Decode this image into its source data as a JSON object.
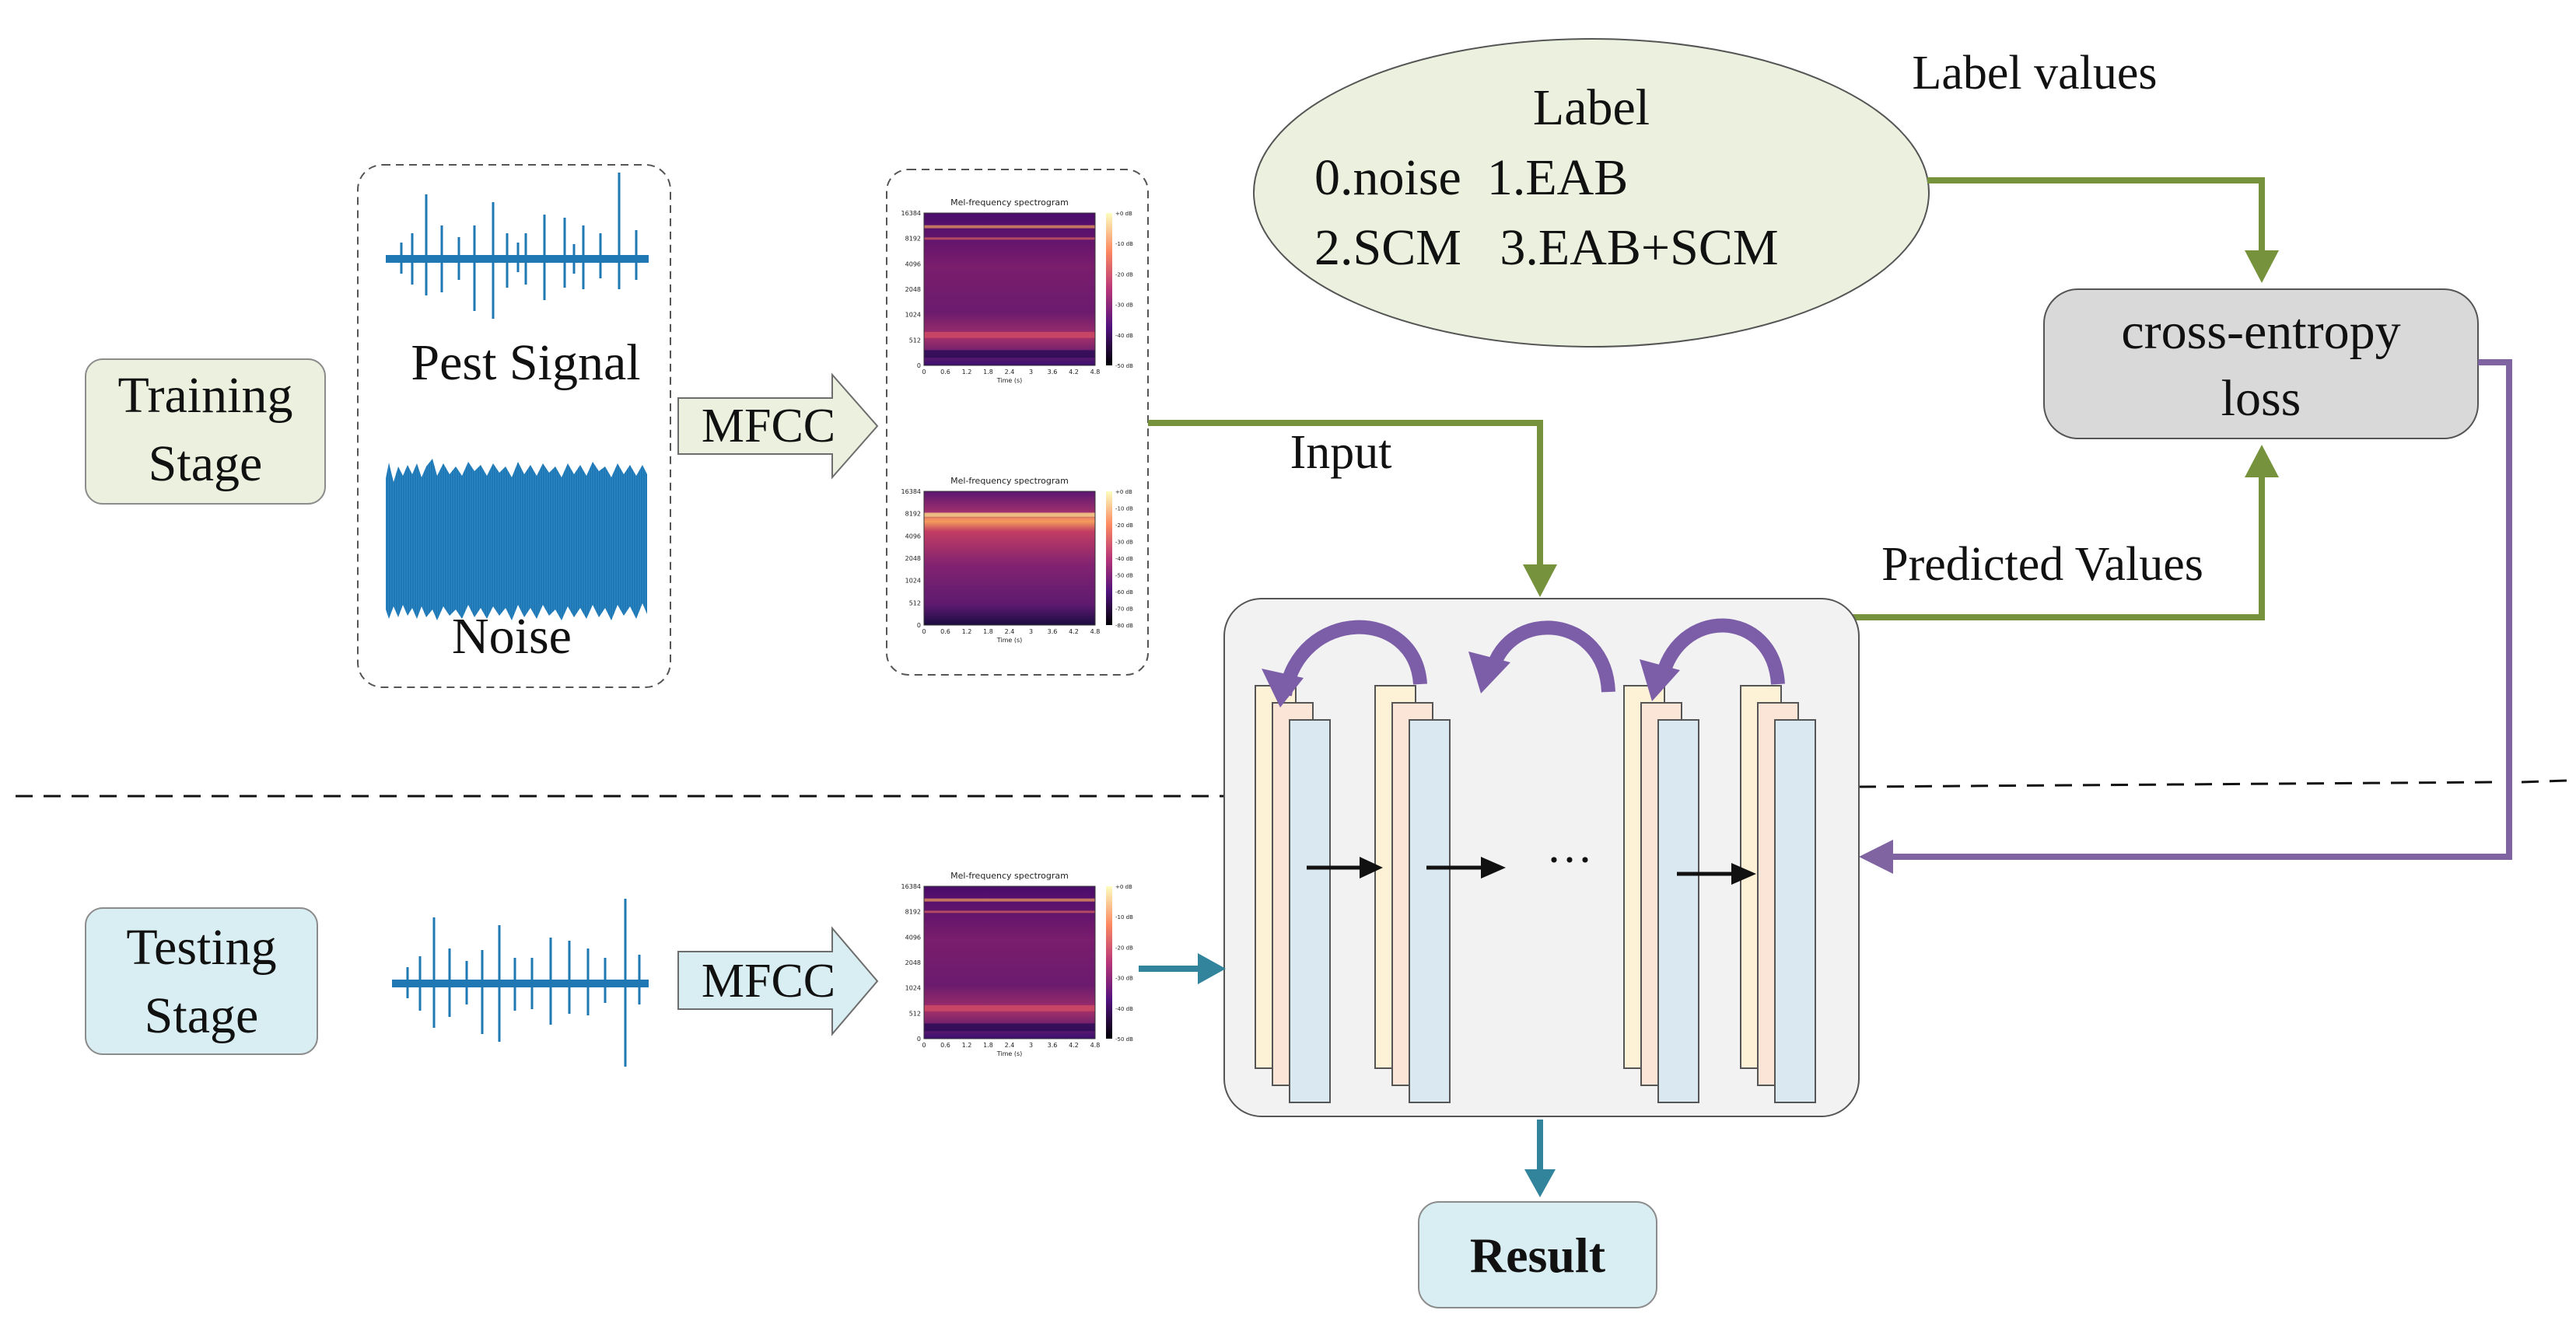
{
  "training_stage": {
    "label_line1": "Training",
    "label_line2": "Stage"
  },
  "testing_stage": {
    "label_line1": "Testing",
    "label_line2": "Stage"
  },
  "signals": {
    "pest_signal": "Pest Signal",
    "noise": "Noise"
  },
  "mfcc": {
    "train_label": "MFCC",
    "test_label": "MFCC"
  },
  "spectrograms": {
    "train_top": {
      "title": "Mel-frequency spectrogram",
      "yticks": [
        "16384",
        "8192",
        "4096",
        "2048",
        "1024",
        "512",
        "0"
      ],
      "xticks": [
        "0",
        "0.6",
        "1.2",
        "1.8",
        "2.4",
        "3",
        "3.6",
        "4.2",
        "4.8"
      ],
      "xlabel": "Time (s)",
      "cbar": [
        "+0 dB",
        "-10 dB",
        "-20 dB",
        "-30 dB",
        "-40 dB",
        "-50 dB"
      ]
    },
    "train_bottom": {
      "title": "Mel-frequency spectrogram",
      "yticks": [
        "16384",
        "8192",
        "4096",
        "2048",
        "1024",
        "512",
        "0"
      ],
      "xticks": [
        "0",
        "0.6",
        "1.2",
        "1.8",
        "2.4",
        "3",
        "3.6",
        "4.2",
        "4.8"
      ],
      "xlabel": "Time (s)",
      "cbar": [
        "+0 dB",
        "-10 dB",
        "-20 dB",
        "-30 dB",
        "-40 dB",
        "-50 dB",
        "-60 dB",
        "-70 dB",
        "-80 dB"
      ]
    },
    "test": {
      "title": "Mel-frequency spectrogram",
      "yticks": [
        "16384",
        "8192",
        "4096",
        "2048",
        "1024",
        "512",
        "0"
      ],
      "xticks": [
        "0",
        "0.6",
        "1.2",
        "1.8",
        "2.4",
        "3",
        "3.6",
        "4.2",
        "4.8"
      ],
      "xlabel": "Time (s)",
      "cbar": [
        "+0 dB",
        "-10 dB",
        "-20 dB",
        "-30 dB",
        "-40 dB",
        "-50 dB"
      ]
    }
  },
  "labels": {
    "title": "Label",
    "line1": "0.noise  1.EAB",
    "line2": "2.SCM   3.EAB+SCM",
    "caption": "Label values"
  },
  "loss": {
    "line1": "cross-entropy",
    "line2": "loss"
  },
  "arrows": {
    "input": "Input",
    "predicted": "Predicted Values"
  },
  "network": {
    "ellipsis": "···"
  },
  "result": {
    "label": "Result"
  },
  "colors": {
    "training_fill": "#ebf1de",
    "testing_fill": "#d9eef2",
    "green_arrow": "#76923c",
    "purple_arrow": "#8064a2",
    "teal_arrow": "#31849b",
    "signal_blue": "#1f77b4",
    "loss_fill": "#d9d9d9",
    "network_fill": "#f2f2f2",
    "curve_arrow": "#7c5ea8"
  }
}
